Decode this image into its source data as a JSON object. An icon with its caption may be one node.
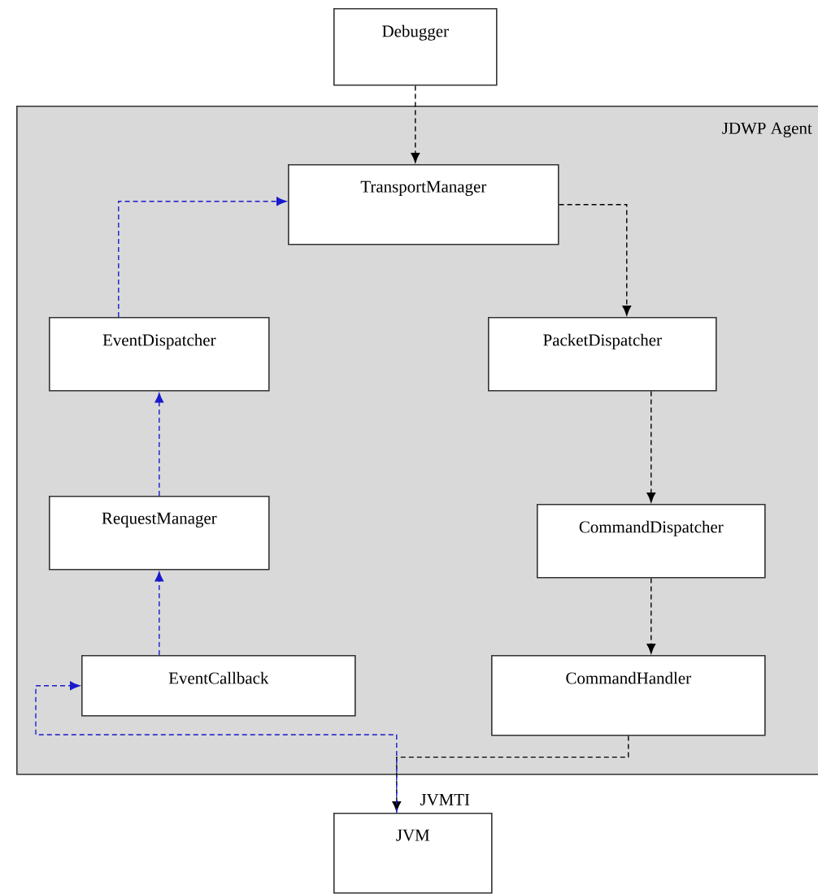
{
  "diagram": {
    "nodes": [
      {
        "text": [
          "Debugger"
        ]
      },
      {
        "text": [
          "JDWP Agent"
        ]
      },
      {
        "text": [
          "TransportManager"
        ],
        "in": 1
      },
      {
        "text": [
          "EventDispatcher"
        ],
        "in": 1
      },
      {
        "text": [
          "PacketDispatcher"
        ],
        "in": 1
      },
      {
        "text": [
          "RequestManager"
        ],
        "in": 1
      },
      {
        "text": [
          "CommandDispatcher"
        ],
        "in": 1
      },
      {
        "text": [
          "EventCallback"
        ],
        "in": 1
      },
      {
        "text": [
          "CommandHandler"
        ],
        "in": 1
      },
      {
        "text": [
          "JVM"
        ],
        "beside": [
          "JVMTI"
        ]
      }
    ],
    "edges": [
      {
        "from": 0,
        "to": 2,
        "arrow": "to",
        "style": "dashed"
      },
      {
        "from": 2,
        "to": 4,
        "arrow": "to",
        "style": "dashed"
      },
      {
        "from": 4,
        "to": 6,
        "arrow": "to",
        "style": "dashed"
      },
      {
        "from": 6,
        "to": 8,
        "arrow": "to",
        "style": "dashed"
      },
      {
        "from": 8,
        "to": 9,
        "arrow": "to",
        "style": "dashed"
      },
      {
        "from": 9,
        "to": 7,
        "arrow": "to",
        "style": "dashed",
        "color": "#1a1acc"
      },
      {
        "from": 7,
        "to": 5,
        "arrow": "to",
        "style": "dashed",
        "color": "#1a1acc"
      },
      {
        "from": 5,
        "to": 3,
        "arrow": "to",
        "style": "dashed",
        "color": "#1a1acc"
      },
      {
        "from": 3,
        "to": 2,
        "arrow": "to",
        "style": "dashed",
        "color": "#1a1acc"
      }
    ]
  }
}
